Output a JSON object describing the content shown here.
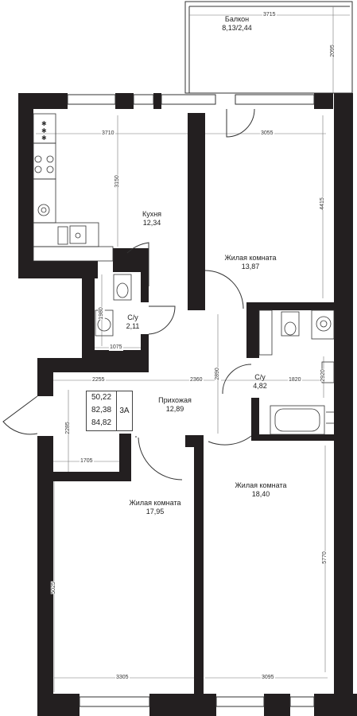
{
  "rooms": {
    "balcony": {
      "name": "Балкон",
      "area": "8,13/2,44"
    },
    "kitchen": {
      "name": "Кухня",
      "area": "12,34"
    },
    "living1": {
      "name": "Жилая комната",
      "area": "13,87"
    },
    "bath1": {
      "name": "С/у",
      "area": "2,11"
    },
    "bath2": {
      "name": "С/у",
      "area": "4,82"
    },
    "hall": {
      "name": "Прихожая",
      "area": "12,89"
    },
    "living2": {
      "name": "Жилая комната",
      "area": "17,95"
    },
    "living3": {
      "name": "Жилая комната",
      "area": "18,40"
    }
  },
  "stats": {
    "living": "50,22",
    "total": "82,38",
    "total_balcony": "84,82",
    "rooms": "3А"
  },
  "dims": {
    "balcony_w": "3715",
    "balcony_h": "2095",
    "kitchen_w": "3710",
    "living1_w": "3055",
    "kitchen_h": "3150",
    "living1_h": "4415",
    "bath1_h": "1980",
    "bath1_w": "1075",
    "hall_left": "2255",
    "hall_right": "2360",
    "hall_h": "2890",
    "bath2_w": "1820",
    "bath2_h": "2920",
    "entry_h": "2285",
    "entry_w": "1705",
    "living2_h": "5025",
    "living3_h": "5770",
    "living2_w": "3305",
    "living3_w": "3095"
  }
}
